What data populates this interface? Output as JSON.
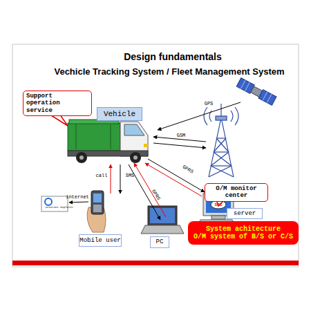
{
  "diagram": {
    "title": "Design fundamentals",
    "nodes": [
      {
        "text": [
          "Support operation service"
        ]
      },
      {
        "text": [
          "Vehicle"
        ]
      },
      {
        "text": [
          "O/M monitor center"
        ]
      },
      {
        "text": [
          "server"
        ]
      },
      {
        "text": [
          "Mobile user"
        ]
      },
      {
        "text": [
          "PC"
        ]
      },
      {
        "text": [
          "System achitecture",
          "O/M system of B/S or C/S"
        ]
      }
    ],
    "labels": [
      "Vechicle Tracking System / Fleet Management System",
      "GPS",
      "GSM",
      "GPRS",
      "SMS",
      "call",
      "GPRS",
      "internet",
      "Internet Explorer",
      "SOS"
    ]
  }
}
